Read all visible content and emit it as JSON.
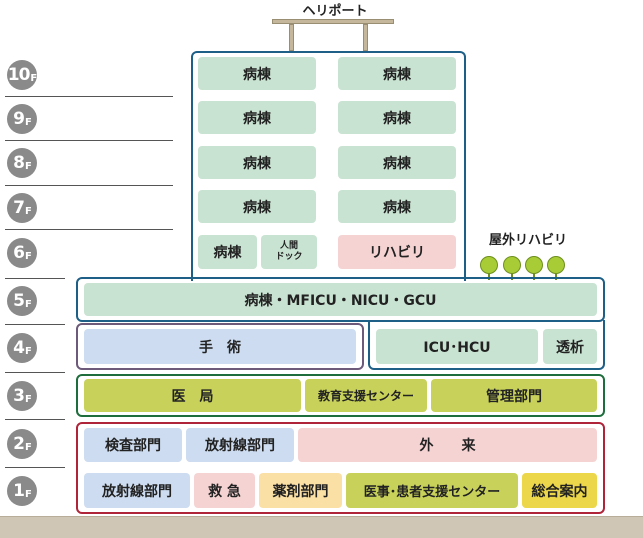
{
  "heliport": {
    "label": "ヘリポート"
  },
  "rooftop_rehab": {
    "label": "屋外リハビリ"
  },
  "floors": [
    {
      "num": "10",
      "unit": "F"
    },
    {
      "num": "9",
      "unit": "F"
    },
    {
      "num": "8",
      "unit": "F"
    },
    {
      "num": "7",
      "unit": "F"
    },
    {
      "num": "6",
      "unit": "F"
    },
    {
      "num": "5",
      "unit": "F"
    },
    {
      "num": "4",
      "unit": "F"
    },
    {
      "num": "3",
      "unit": "F"
    },
    {
      "num": "2",
      "unit": "F"
    },
    {
      "num": "1",
      "unit": "F"
    }
  ],
  "rooms": {
    "f10_left": "病棟",
    "f10_right": "病棟",
    "f9_left": "病棟",
    "f9_right": "病棟",
    "f8_left": "病棟",
    "f8_right": "病棟",
    "f7_left": "病棟",
    "f7_right": "病棟",
    "f6_ward": "病棟",
    "f6_dock_line1": "人間",
    "f6_dock_line2": "ドック",
    "f6_rehab": "リハビリ",
    "f5_ward": "病棟・MFICU・NICU・GCU",
    "f4_surgery": "手　術",
    "f4_icu": "ICU･HCU",
    "f4_dialysis": "透析",
    "f3_medical": "医　局",
    "f3_education": "教育支援センター",
    "f3_admin": "管理部門",
    "f2_exam": "検査部門",
    "f2_radiology": "放射線部門",
    "f2_outpatient": "外　　来",
    "f1_radiology": "放射線部門",
    "f1_emergency": "救 急",
    "f1_pharmacy": "薬剤部門",
    "f1_support": "医事･患者支援センター",
    "f1_info": "総合案内"
  },
  "colors": {
    "ward_green": "#c9e3d2",
    "rehab_pink": "#f6d3d3",
    "surgery_blue": "#cddcf0",
    "office_olive": "#c8d25a",
    "pharmacy_orange": "#fbe0a5",
    "info_yellow": "#ecd74a",
    "frame_blue": "#1d5f86",
    "frame_green": "#1e6d3c",
    "frame_red": "#b0243a",
    "frame_purple": "#6d5a7a",
    "ground": "#cfc6b5"
  }
}
